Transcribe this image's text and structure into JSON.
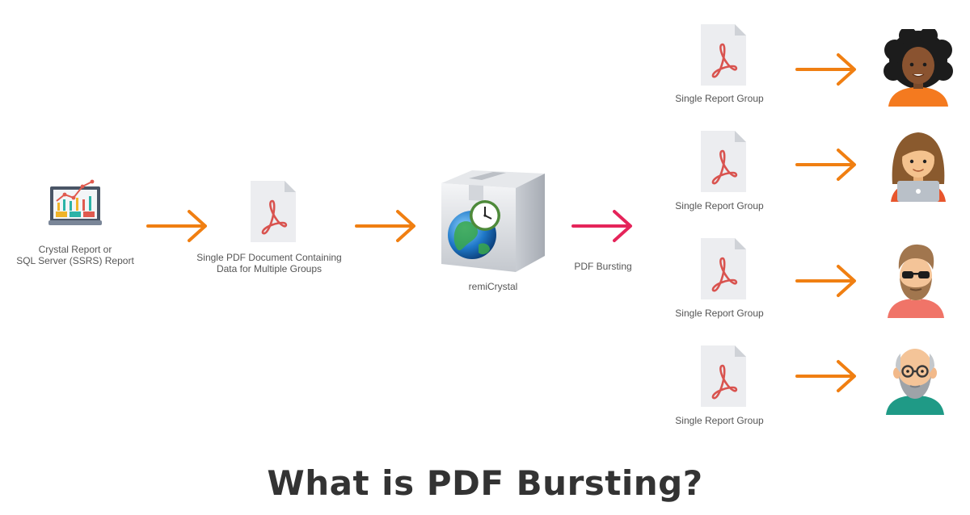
{
  "source": {
    "label_line1": "Crystal Report or",
    "label_line2": "SQL Server (SSRS) Report"
  },
  "pdf_document": {
    "label_line1": "Single PDF Document Containing",
    "label_line2": "Data for Multiple Groups"
  },
  "processor": {
    "label": "remiCrystal"
  },
  "bursting": {
    "label": "PDF Bursting"
  },
  "outputs": [
    {
      "label": "Single Report Group",
      "recipient_icon": "woman-curly-hair-avatar-icon"
    },
    {
      "label": "Single Report Group",
      "recipient_icon": "woman-laptop-avatar-icon"
    },
    {
      "label": "Single Report Group",
      "recipient_icon": "bearded-man-sunglasses-avatar-icon"
    },
    {
      "label": "Single Report Group",
      "recipient_icon": "bald-man-glasses-avatar-icon"
    }
  ],
  "title": "What is PDF Bursting?",
  "colors": {
    "arrow_orange": "#F07F12",
    "arrow_pink": "#E5245A",
    "pdf_red": "#D9534F",
    "title": "#333333"
  }
}
